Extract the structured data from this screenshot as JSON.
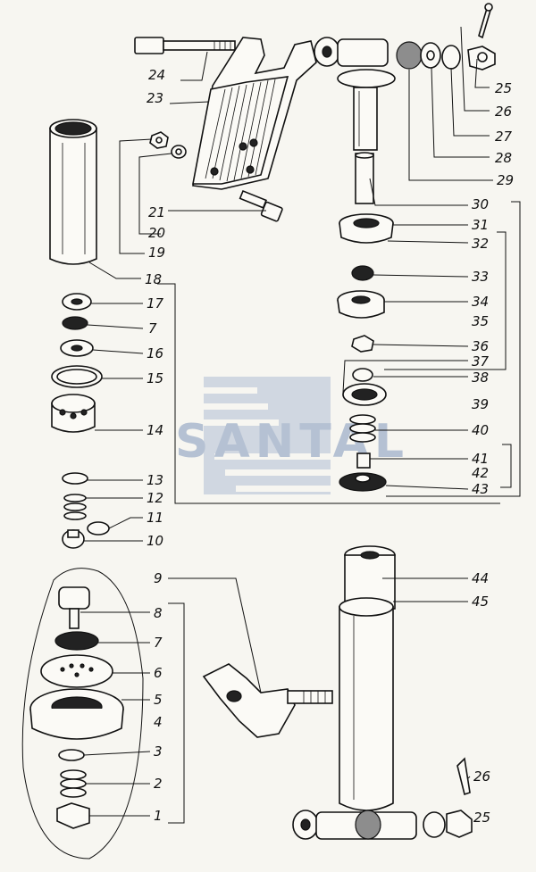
{
  "watermark": {
    "text": "SANTAL"
  },
  "callouts": [
    {
      "id": "c24",
      "text": "24"
    },
    {
      "id": "c23",
      "text": "23"
    },
    {
      "id": "c25a",
      "text": "25"
    },
    {
      "id": "c26a",
      "text": "26"
    },
    {
      "id": "c27",
      "text": "27"
    },
    {
      "id": "c28",
      "text": "28"
    },
    {
      "id": "c29",
      "text": "29"
    },
    {
      "id": "c30",
      "text": "30"
    },
    {
      "id": "c31",
      "text": "31"
    },
    {
      "id": "c32",
      "text": "32"
    },
    {
      "id": "c21",
      "text": "21"
    },
    {
      "id": "c20",
      "text": "20"
    },
    {
      "id": "c19",
      "text": "19"
    },
    {
      "id": "c18",
      "text": "18"
    },
    {
      "id": "c17",
      "text": "17"
    },
    {
      "id": "c7a",
      "text": "7"
    },
    {
      "id": "c16",
      "text": "16"
    },
    {
      "id": "c15",
      "text": "15"
    },
    {
      "id": "c14",
      "text": "14"
    },
    {
      "id": "c13",
      "text": "13"
    },
    {
      "id": "c12",
      "text": "12"
    },
    {
      "id": "c11",
      "text": "11"
    },
    {
      "id": "c10",
      "text": "10"
    },
    {
      "id": "c33",
      "text": "33"
    },
    {
      "id": "c34",
      "text": "34"
    },
    {
      "id": "c35",
      "text": "35"
    },
    {
      "id": "c36",
      "text": "36"
    },
    {
      "id": "c37",
      "text": "37"
    },
    {
      "id": "c38",
      "text": "38"
    },
    {
      "id": "c39",
      "text": "39"
    },
    {
      "id": "c40",
      "text": "40"
    },
    {
      "id": "c41",
      "text": "41"
    },
    {
      "id": "c42",
      "text": "42"
    },
    {
      "id": "c43",
      "text": "43"
    },
    {
      "id": "c9",
      "text": "9"
    },
    {
      "id": "c8",
      "text": "8"
    },
    {
      "id": "c7b",
      "text": "7"
    },
    {
      "id": "c6",
      "text": "6"
    },
    {
      "id": "c5",
      "text": "5"
    },
    {
      "id": "c4",
      "text": "4"
    },
    {
      "id": "c3",
      "text": "3"
    },
    {
      "id": "c2",
      "text": "2"
    },
    {
      "id": "c1",
      "text": "1"
    },
    {
      "id": "c44",
      "text": "44"
    },
    {
      "id": "c45",
      "text": "45"
    },
    {
      "id": "c26b",
      "text": "26"
    },
    {
      "id": "c25b",
      "text": "25"
    }
  ]
}
